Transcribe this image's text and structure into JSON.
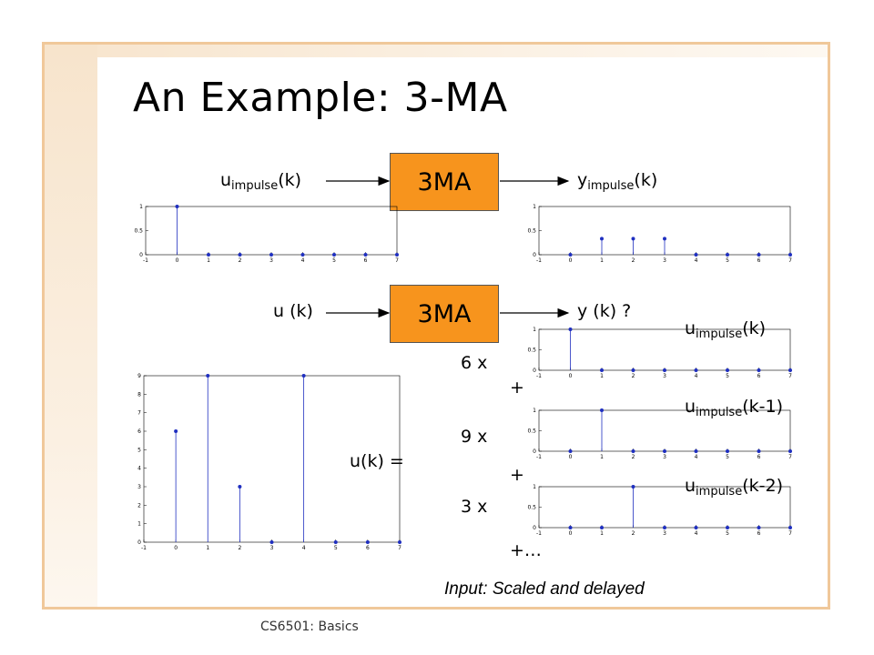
{
  "title": "An Example: 3-MA",
  "footer": "CS6501: Basics",
  "caption": "Input: Scaled and delayed",
  "block1": {
    "label": "3MA",
    "input_main": "u",
    "input_sub": "impulse",
    "input_arg": "(k)",
    "output_main": "y",
    "output_sub": "impulse",
    "output_arg": "(k)"
  },
  "block2": {
    "label": "3MA",
    "input": "u (k)",
    "output": "y (k) ?"
  },
  "decomposition": {
    "lhs": "u(k) =",
    "coef1": "6 x",
    "coef2": "9 x",
    "coef3": "3 x",
    "plus1": "+",
    "plus2": "+",
    "plus3": "+…",
    "term1_main": "u",
    "term1_sub": "impulse",
    "term1_arg": "(k)",
    "term2_main": "u",
    "term2_sub": "impulse",
    "term2_arg": "(k-1)",
    "term3_main": "u",
    "term3_sub": "impulse",
    "term3_arg": "(k-2)"
  },
  "chart_data": [
    {
      "type": "stem",
      "x": [
        0,
        1,
        2,
        3,
        4,
        5,
        6,
        7
      ],
      "y": [
        1,
        0,
        0,
        0,
        0,
        0,
        0,
        0
      ],
      "xlim": [
        -1,
        7
      ],
      "ylim": [
        0,
        1
      ],
      "xticks": [
        "-1",
        "0",
        "1",
        "2",
        "3",
        "4",
        "5",
        "6",
        "7"
      ],
      "yticks": [
        "0",
        "0.5",
        "1"
      ],
      "ytick_values": [
        0,
        0.5,
        1
      ]
    },
    {
      "type": "stem",
      "x": [
        0,
        1,
        2,
        3,
        4,
        5,
        6,
        7
      ],
      "y": [
        0,
        0.333,
        0.333,
        0.333,
        0,
        0,
        0,
        0
      ],
      "xlim": [
        -1,
        7
      ],
      "ylim": [
        0,
        1
      ],
      "xticks": [
        "-1",
        "0",
        "1",
        "2",
        "3",
        "4",
        "5",
        "6",
        "7"
      ],
      "yticks": [
        "0",
        "0.5",
        "1"
      ],
      "ytick_values": [
        0,
        0.5,
        1
      ]
    },
    {
      "type": "stem",
      "x": [
        0,
        1,
        2,
        3,
        4,
        5,
        6,
        7
      ],
      "y": [
        6,
        9,
        3,
        0,
        9,
        0,
        0,
        0
      ],
      "xlim": [
        -1,
        7
      ],
      "ylim": [
        0,
        9
      ],
      "xticks": [
        "-1",
        "0",
        "1",
        "2",
        "3",
        "4",
        "5",
        "6",
        "7"
      ],
      "yticks": [
        "0",
        "1",
        "2",
        "3",
        "4",
        "5",
        "6",
        "7",
        "8",
        "9"
      ],
      "ytick_values": [
        0,
        1,
        2,
        3,
        4,
        5,
        6,
        7,
        8,
        9
      ]
    },
    {
      "type": "stem",
      "x": [
        0,
        1,
        2,
        3,
        4,
        5,
        6,
        7
      ],
      "y": [
        1,
        0,
        0,
        0,
        0,
        0,
        0,
        0
      ],
      "xlim": [
        -1,
        7
      ],
      "ylim": [
        0,
        1
      ],
      "xticks": [
        "-1",
        "0",
        "1",
        "2",
        "3",
        "4",
        "5",
        "6",
        "7"
      ],
      "yticks": [
        "0",
        "0.5",
        "1"
      ],
      "ytick_values": [
        0,
        0.5,
        1
      ]
    },
    {
      "type": "stem",
      "x": [
        0,
        1,
        2,
        3,
        4,
        5,
        6,
        7
      ],
      "y": [
        0,
        1,
        0,
        0,
        0,
        0,
        0,
        0
      ],
      "xlim": [
        -1,
        7
      ],
      "ylim": [
        0,
        1
      ],
      "xticks": [
        "-1",
        "0",
        "1",
        "2",
        "3",
        "4",
        "5",
        "6",
        "7"
      ],
      "yticks": [
        "0",
        "0.5",
        "1"
      ],
      "ytick_values": [
        0,
        0.5,
        1
      ]
    },
    {
      "type": "stem",
      "x": [
        0,
        1,
        2,
        3,
        4,
        5,
        6,
        7
      ],
      "y": [
        0,
        0,
        1,
        0,
        0,
        0,
        0,
        0
      ],
      "xlim": [
        -1,
        7
      ],
      "ylim": [
        0,
        1
      ],
      "xticks": [
        "-1",
        "0",
        "1",
        "2",
        "3",
        "4",
        "5",
        "6",
        "7"
      ],
      "yticks": [
        "0",
        "0.5",
        "1"
      ],
      "ytick_values": [
        0,
        0.5,
        1
      ]
    }
  ],
  "colors": {
    "stem": "#1f2fc0",
    "block": "#f7941d",
    "frame": "#f0c89a"
  }
}
